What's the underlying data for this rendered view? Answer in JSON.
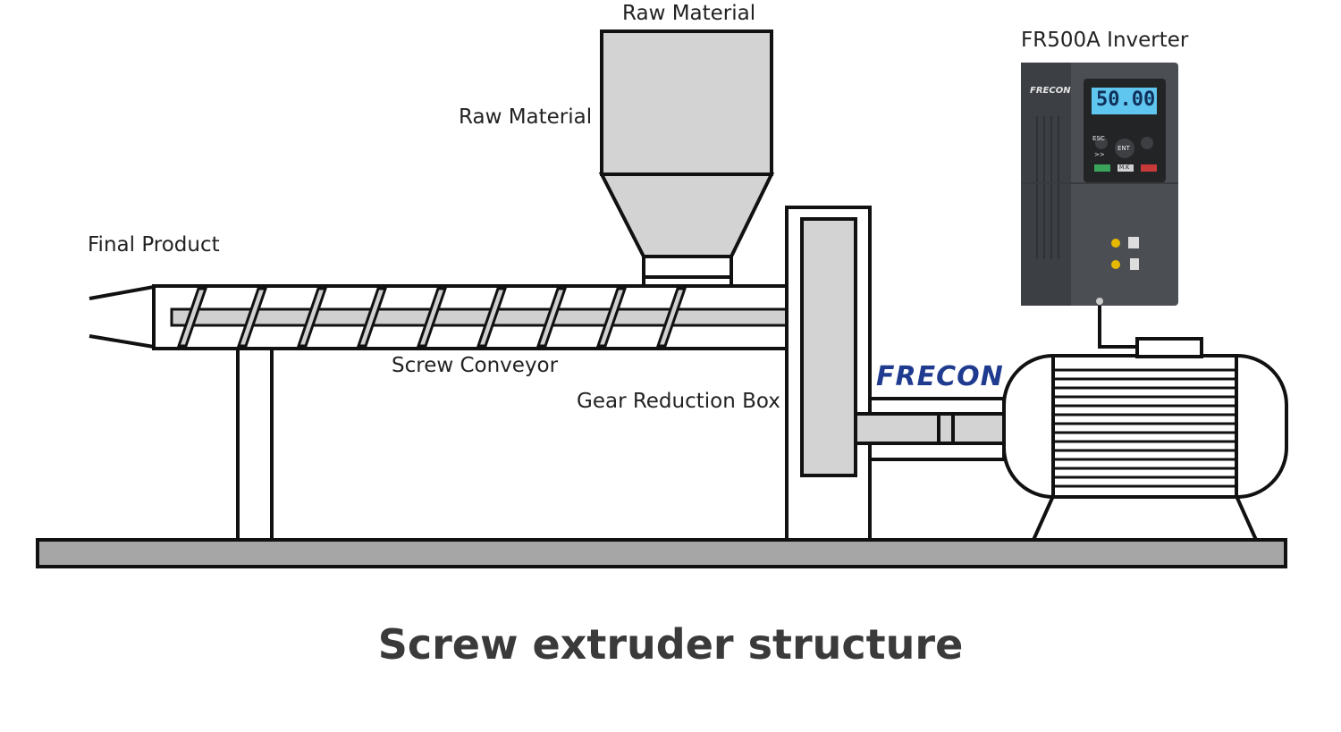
{
  "labels": {
    "raw_material_top": "Raw Material",
    "raw_material_side": "Raw Material",
    "inverter": "FR500A Inverter",
    "final_product": "Final Product",
    "screw_conveyor": "Screw Conveyor",
    "gear_box": "Gear Reduction Box",
    "caption": "Screw extruder structure"
  },
  "brand": {
    "logo_text": "FRECON",
    "device_logo": "FRECON",
    "color": "#1f3b8f"
  },
  "inverter_display": {
    "reading": "50.00",
    "buttons": [
      "ESC",
      "ENT",
      ">>",
      "M.K"
    ]
  }
}
